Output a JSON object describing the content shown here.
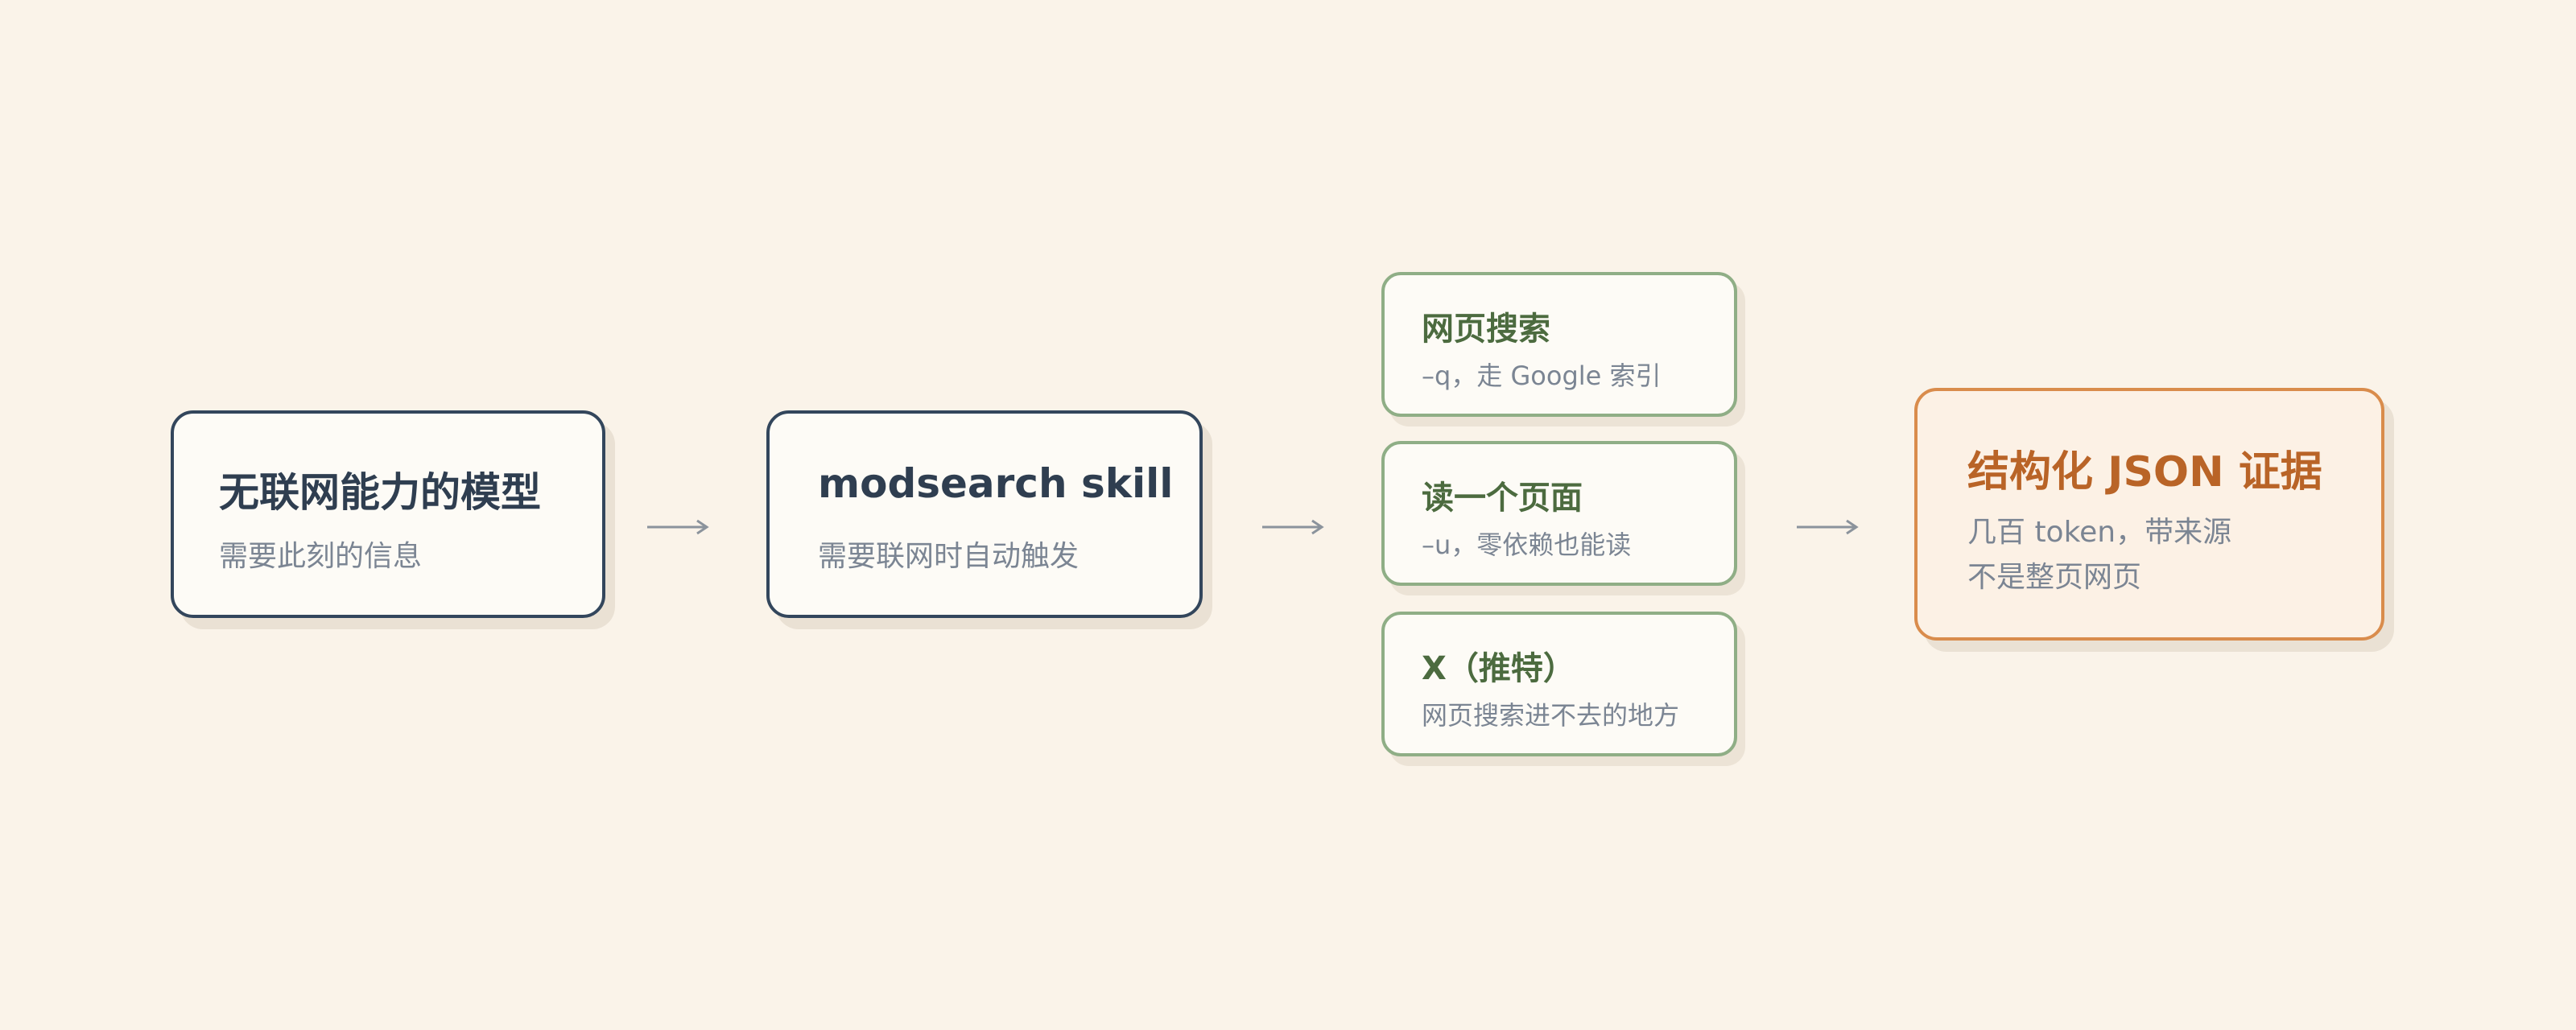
{
  "nodes": {
    "model": {
      "title": "无联网能力的模型",
      "subtitle": "需要此刻的信息"
    },
    "skill": {
      "title": "modsearch skill",
      "subtitle": "需要联网时自动触发"
    },
    "web_search": {
      "title": "网页搜索",
      "subtitle": "–q，走 Google 索引"
    },
    "read_page": {
      "title": "读一个页面",
      "subtitle": "–u，零依赖也能读"
    },
    "x_twitter": {
      "title": "X（推特）",
      "subtitle": "网页搜索进不去的地方"
    },
    "evidence": {
      "title": "结构化 JSON 证据",
      "subtitle_line1": "几百 token，带来源",
      "subtitle_line2": "不是整页网页"
    }
  },
  "colors": {
    "background": "#faf3e9",
    "dark_border": "#33465c",
    "green_border": "#8fae86",
    "green_text": "#4c6b3f",
    "orange_border": "#d98c4c",
    "orange_text": "#b96427",
    "arrow": "#8b939c"
  }
}
